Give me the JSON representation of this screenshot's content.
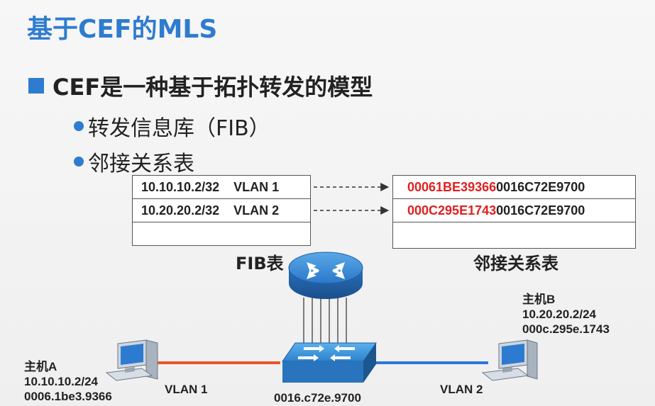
{
  "title": "基于CEF的MLS",
  "bullets": {
    "main": "CEF是一种基于拓扑转发的模型",
    "sub1": "转发信息库（FIB）",
    "sub2": "邻接关系表"
  },
  "fib_table": {
    "caption": "FIB表",
    "rows": [
      {
        "ip": "10.10.10.2/32",
        "vlan": "VLAN 1"
      },
      {
        "ip": "10.20.20.2/32",
        "vlan": "VLAN 2"
      }
    ]
  },
  "adjacency_table": {
    "caption": "邻接关系表",
    "rows": [
      {
        "red": "00061BE39366",
        "rest": "0016C72E9700"
      },
      {
        "red": "000C295E1743",
        "rest": "0016C72E9700"
      }
    ]
  },
  "host_a": {
    "name": "主机A",
    "ip": "10.10.10.2/24",
    "mac": "0006.1be3.9366"
  },
  "host_b": {
    "name": "主机B",
    "ip": "10.20.20.2/24",
    "mac": "000c.295e.1743"
  },
  "switch": {
    "mac": "0016.c72e.9700"
  },
  "links": {
    "left": "VLAN 1",
    "right": "VLAN 2"
  },
  "colors": {
    "accent": "#2e7ccf",
    "highlight": "#e02020",
    "vlan1_link": "#e8552a",
    "vlan2_link": "#2a78d8"
  }
}
